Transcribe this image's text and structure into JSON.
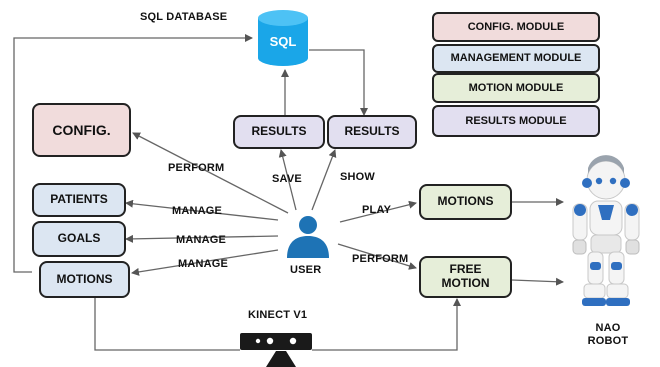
{
  "colors": {
    "config": "#f1dcdc",
    "management": "#dce6f2",
    "motion": "#e6eed9",
    "results": "#e2dff0",
    "database": "#1aa6e8",
    "user": "#1e73b5",
    "robot_body": "#f4f4f4",
    "robot_accent": "#2f6fc0"
  },
  "legend": {
    "config": "CONFIG. MODULE",
    "management": "MANAGEMENT MODULE",
    "motion": "MOTION MODULE",
    "results": "RESULTS MODULE"
  },
  "database": {
    "title": "SQL DATABASE",
    "logo_text": "SQL"
  },
  "nodes": {
    "config": "CONFIG.",
    "patients": "PATIENTS",
    "goals": "GOALS",
    "motions_manage": "MOTIONS",
    "results_save": "RESULTS",
    "results_show": "RESULTS",
    "motions_play": "MOTIONS",
    "free_motion": "FREE MOTION"
  },
  "edge_labels": {
    "perform_config": "PERFORM",
    "manage_patients": "MANAGE",
    "manage_goals": "MANAGE",
    "manage_motions": "MANAGE",
    "save": "SAVE",
    "show": "SHOW",
    "play": "PLAY",
    "perform_free": "PERFORM"
  },
  "actors": {
    "user": "USER",
    "kinect": "KINECT V1",
    "robot": "NAO ROBOT"
  },
  "icons": {
    "database": "database-icon",
    "user": "user-icon",
    "kinect": "kinect-sensor-icon",
    "robot": "nao-robot-image"
  }
}
